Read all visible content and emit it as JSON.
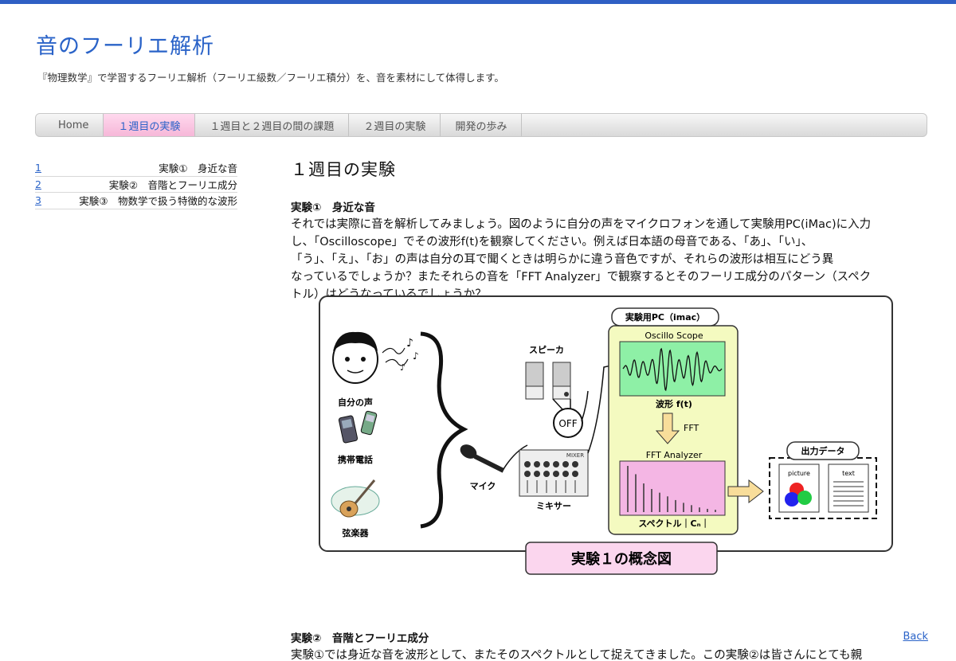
{
  "site": {
    "title": "音のフーリエ解析",
    "subtitle": "『物理数学』で学習するフーリエ解析（フーリエ級数／フーリエ積分）を、音を素材にして体得します。"
  },
  "nav": [
    {
      "label": "Home",
      "active": false
    },
    {
      "label": "１週目の実験",
      "active": true
    },
    {
      "label": "１週目と２週目の間の課題",
      "active": false
    },
    {
      "label": "２週目の実験",
      "active": false
    },
    {
      "label": "開発の歩み",
      "active": false
    }
  ],
  "toc": [
    {
      "num": "1",
      "title": "実験①　身近な音"
    },
    {
      "num": "2",
      "title": "実験②　音階とフーリエ成分"
    },
    {
      "num": "3",
      "title": "実験③　物数学で扱う特徴的な波形"
    }
  ],
  "main": {
    "page_heading": "１週目の実験",
    "section1_heading": "実験①　身近な音",
    "section1_lines": [
      "それでは実際に音を解析してみましょう。図のように自分の声をマイクロフォンを通して実験用PC(iMac)に入力",
      "し、「Oscilloscope」でその波形f(t)を観察してください。例えば日本語の母音である、「あ」、「い」、",
      "「う」、「え」、「お」の声は自分の耳で聞くときは明らかに違う音色ですが、それらの波形は相互にどう異",
      "なっているでしょうか？またそれらの音を「FFT Analyzer」で観察するとそのフーリエ成分のパターン（スペク",
      "トル）はどうなっているでしょうか？"
    ],
    "section2_heading": "実験②　音階とフーリエ成分",
    "section2_line": "実験①では身近な音を波形として、またそのスペクトルとして捉えてきました。この実験②は皆さんにとても親",
    "back_label": "Back"
  },
  "figure": {
    "voice_label": "自分の声",
    "phone_label": "携帯電話",
    "guitar_label": "弦楽器",
    "speaker_label": "スピーカ",
    "off_label": "OFF",
    "mic_label": "マイク",
    "mixer_label": "ミキサー",
    "mixer_brand": "MIXER",
    "pc_label": "実験用PC（imac）",
    "oscillo_label": "Oscillo Scope",
    "waveform_label": "波形 f(t)",
    "fft_label": "FFT",
    "fft_analyzer_label": "FFT Analyzer",
    "spectrum_label": "スペクトル｜Cₙ｜",
    "output_label": "出力データ",
    "picture_label": "picture",
    "text_label": "text",
    "caption": "実験１の概念図",
    "spectrum_values": [
      1.0,
      0.82,
      0.62,
      0.5,
      0.42,
      0.34,
      0.26,
      0.2,
      0.15,
      0.1,
      0.07,
      0.05
    ],
    "colors": {
      "pc_bg": "#f4fac0",
      "scope_bg": "#8ef0a6",
      "spectrum_bg": "#f4b6e4",
      "caption_bg": "#fbd6ee",
      "arrow": "#f8dd9a"
    }
  }
}
